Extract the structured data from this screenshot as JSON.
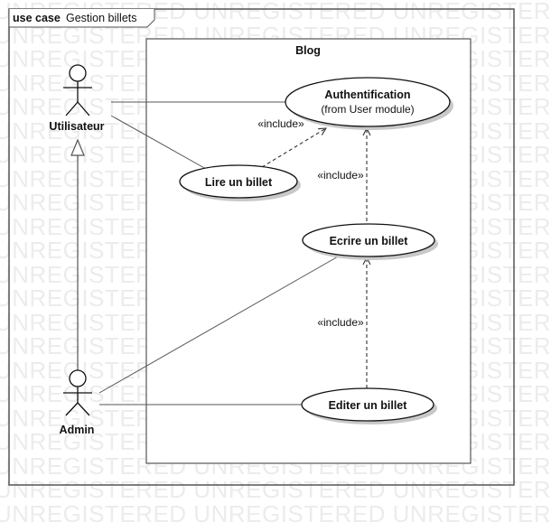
{
  "watermark": {
    "text": "UNREGISTERED"
  },
  "frame": {
    "keyword": "use case",
    "name": "Gestion billets"
  },
  "system": {
    "name": "Blog"
  },
  "actors": {
    "utilisateur": "Utilisateur",
    "admin": "Admin"
  },
  "usecases": {
    "authentification": {
      "name": "Authentification",
      "from": "(from User module)"
    },
    "lire": "Lire un billet",
    "ecrire": "Ecrire un billet",
    "editer": "Editer un billet"
  },
  "relations": {
    "include_lire_auth": "«include»",
    "include_ecrire_auth": "«include»",
    "include_editer_ecrire": "«include»"
  }
}
